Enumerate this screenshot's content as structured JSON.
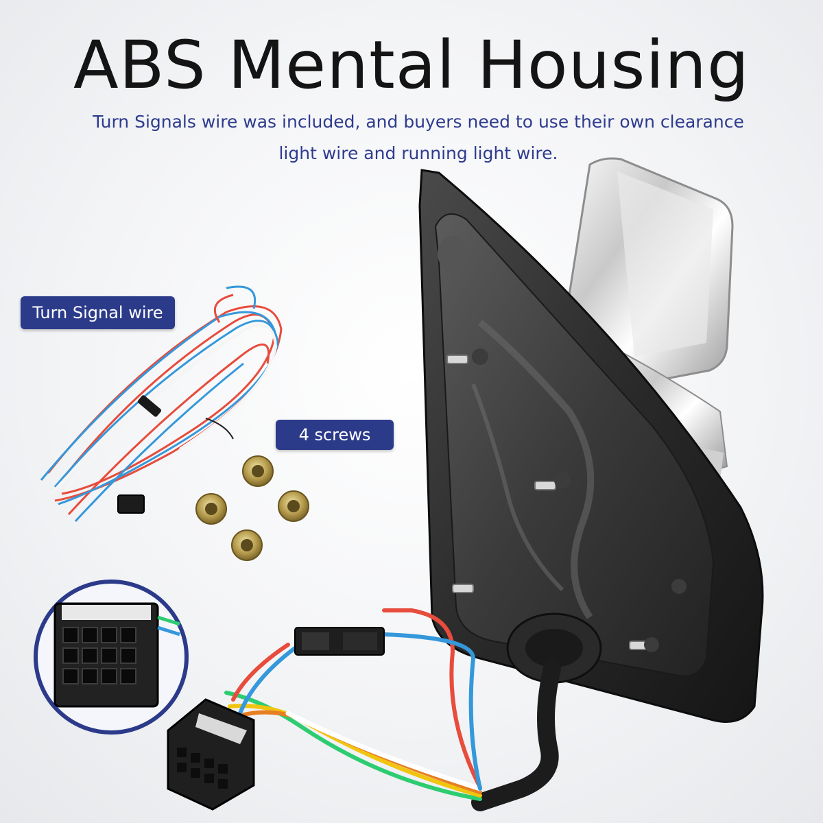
{
  "header": {
    "title": "ABS Mental Housing",
    "subtitle": "Turn Signals wire was included, and buyers need to use their own clearance light wire and running light wire."
  },
  "labels": {
    "turn_signal": "Turn Signal wire",
    "screws": "4 screws"
  },
  "colors": {
    "title_text": "#141414",
    "subtitle_text": "#2e3b8f",
    "badge_background": "#2c3a8a",
    "badge_text": "#ffffff"
  }
}
